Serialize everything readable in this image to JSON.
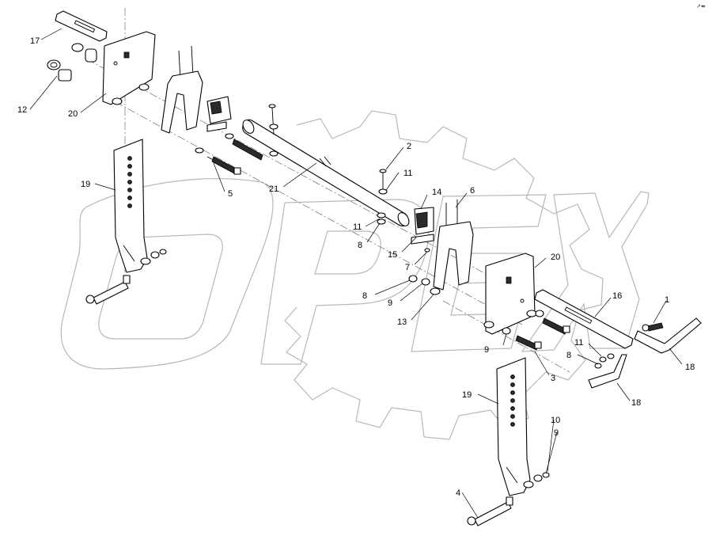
{
  "diagram": {
    "watermark_text": "OPEX",
    "corner_mark": "↗⬌",
    "labels": {
      "l1": "1",
      "l2": "2",
      "l3": "3",
      "l4": "4",
      "l5": "5",
      "l6": "6",
      "l7": "7",
      "l8a": "8",
      "l8b": "8",
      "l8c": "8",
      "l9a": "9",
      "l9b": "9",
      "l9c": "9",
      "l10": "10",
      "l11a": "11",
      "l11b": "11",
      "l11c": "11",
      "l12": "12",
      "l13": "13",
      "l14": "14",
      "l15": "15",
      "l16": "16",
      "l17": "17",
      "l18a": "18",
      "l18b": "18",
      "l19a": "19",
      "l19b": "19",
      "l20a": "20",
      "l20b": "20",
      "l21": "21"
    }
  }
}
